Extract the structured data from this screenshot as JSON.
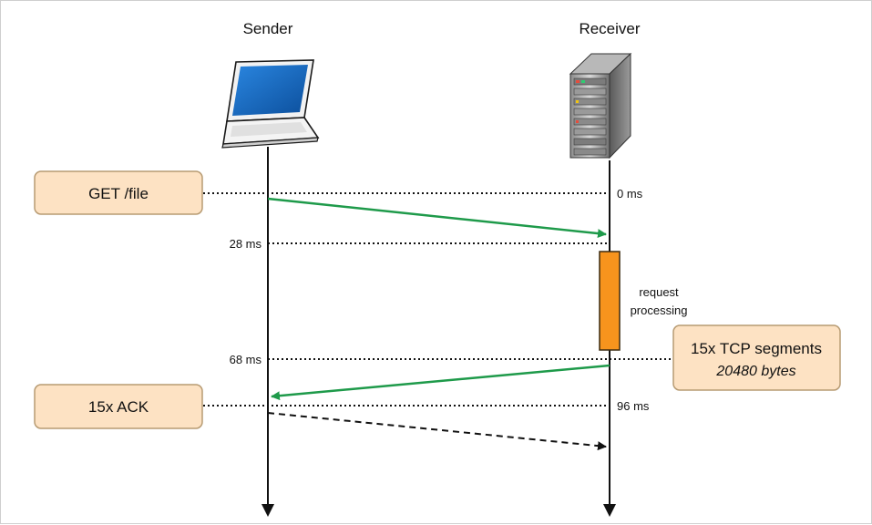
{
  "participants": {
    "sender": "Sender",
    "receiver": "Receiver"
  },
  "events": {
    "get_request": "GET /file",
    "tcp_segments": "15x TCP segments",
    "tcp_bytes": "20480 bytes",
    "ack": "15x ACK"
  },
  "timestamps": {
    "t0": "0 ms",
    "t28": "28 ms",
    "t68": "68 ms",
    "t96": "96 ms"
  },
  "notes": {
    "processing_line1": "request",
    "processing_line2": "processing"
  },
  "colors": {
    "green_arrow": "#1e9a4a",
    "event_box_fill": "#fde2c3",
    "event_box_border": "#b79b73",
    "processing_bar": "#f7941d",
    "screen_blue": "#1a6fc4"
  },
  "icons": {
    "sender": "laptop-icon",
    "receiver": "server-icon"
  }
}
